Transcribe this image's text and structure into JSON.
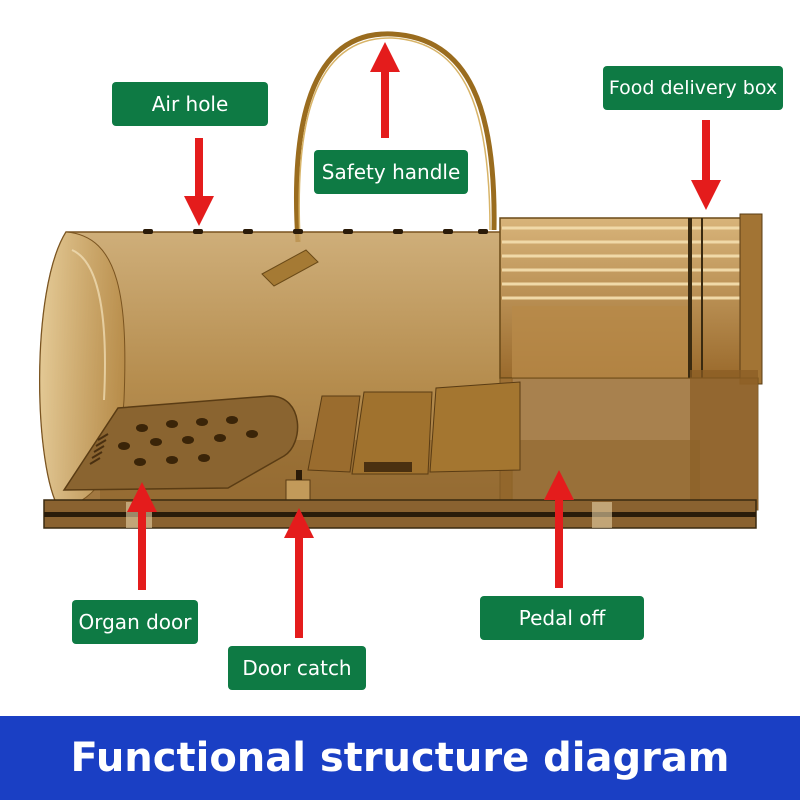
{
  "title": "Functional structure diagram",
  "labels": {
    "air_hole": "Air hole",
    "safety_handle": "Safety handle",
    "food_delivery_box": "Food delivery box",
    "organ_door": "Organ door",
    "door_catch": "Door catch",
    "pedal_off": "Pedal off"
  },
  "colors": {
    "label_background": "#0e7a44",
    "arrow": "#e41c1c",
    "banner_background": "#1a3fc4",
    "trap_body": "#a5782e"
  }
}
